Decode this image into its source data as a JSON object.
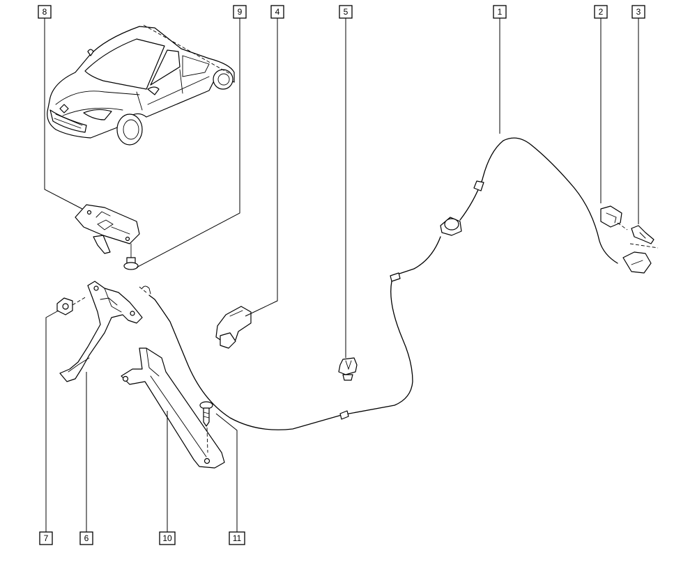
{
  "callouts": [
    {
      "id": "c1",
      "number": "1"
    },
    {
      "id": "c2",
      "number": "2"
    },
    {
      "id": "c3",
      "number": "3"
    },
    {
      "id": "c4",
      "number": "4"
    },
    {
      "id": "c5",
      "number": "5"
    },
    {
      "id": "c6",
      "number": "6"
    },
    {
      "id": "c7",
      "number": "7"
    },
    {
      "id": "c8",
      "number": "8"
    },
    {
      "id": "c9",
      "number": "9"
    },
    {
      "id": "c10",
      "number": "10"
    },
    {
      "id": "c11",
      "number": "11"
    }
  ],
  "parts": [
    {
      "id": "p1",
      "icon": "release-cable-icon"
    },
    {
      "id": "p2",
      "icon": "cable-clip-icon"
    },
    {
      "id": "p3",
      "icon": "screw-icon"
    },
    {
      "id": "p4",
      "icon": "cable-retainer-icon"
    },
    {
      "id": "p5",
      "icon": "push-clip-icon"
    },
    {
      "id": "p6",
      "icon": "release-lever-icon"
    },
    {
      "id": "p7",
      "icon": "nut-icon"
    },
    {
      "id": "p8",
      "icon": "mounting-bracket-icon"
    },
    {
      "id": "p9",
      "icon": "bolt-icon"
    },
    {
      "id": "p10",
      "icon": "support-bracket-icon"
    },
    {
      "id": "p11",
      "icon": "screw-icon"
    },
    {
      "id": "car",
      "icon": "vehicle-location-icon"
    }
  ]
}
